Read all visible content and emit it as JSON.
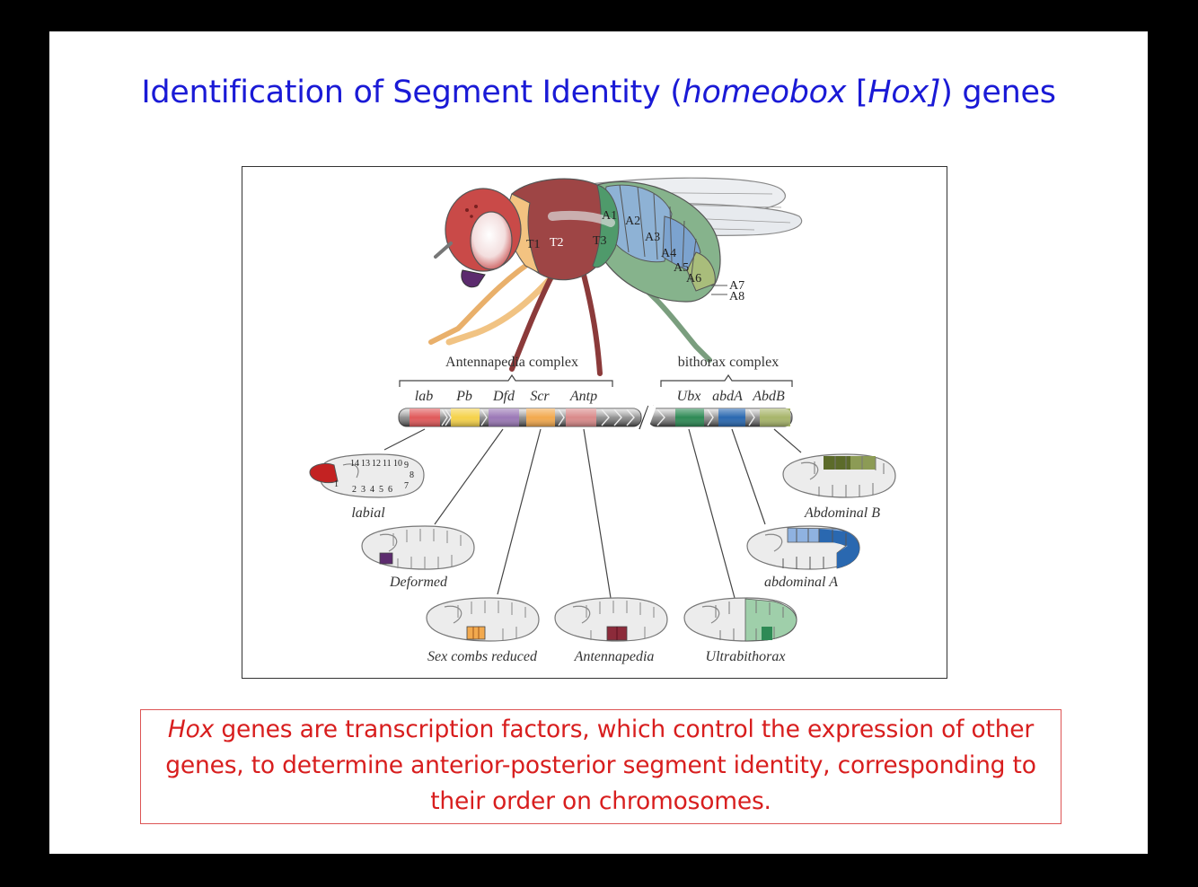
{
  "slide": {
    "title": {
      "part1": "Identification of Segment Identity (",
      "italic1": "homeobox",
      "part2": " [",
      "italic2": "Hox]",
      "part3": ") genes"
    },
    "caption": {
      "italic": "Hox",
      "line1_rest": " genes are transcription factors, which control the expression of other",
      "line2": "genes, to determine anterior-posterior segment identity, corresponding to",
      "line3": "their order on chromosomes."
    }
  },
  "figure": {
    "complexes": {
      "antennapedia": "Antennapedia complex",
      "bithorax": "bithorax complex"
    },
    "genes": [
      {
        "label": "lab",
        "color": "#e0595a"
      },
      {
        "label": "Pb",
        "color": "#f5d24a"
      },
      {
        "label": "Dfd",
        "color": "#9b78b6"
      },
      {
        "label": "Scr",
        "color": "#f2a94e"
      },
      {
        "label": "Antp",
        "color": "#d98a8a"
      },
      {
        "label": "Ubx",
        "color": "#2e8a55"
      },
      {
        "label": "abdA",
        "color": "#2a68b0"
      },
      {
        "label": "AbdB",
        "color": "#a7b56a"
      }
    ],
    "fly_segments": [
      "T1",
      "T2",
      "T3",
      "A1",
      "A2",
      "A3",
      "A4",
      "A5",
      "A6",
      "A7",
      "A8"
    ],
    "labial_embryo_segments": [
      "14",
      "13",
      "12",
      "11",
      "10",
      "9",
      "8",
      "7",
      "1",
      "2",
      "3",
      "4",
      "5",
      "6"
    ],
    "embryos": {
      "labial": "labial",
      "deformed": "Deformed",
      "scr": "Sex combs reduced",
      "antp": "Antennapedia",
      "ubx": "Ultrabithorax",
      "abda": "abdominal A",
      "abdb": "Abdominal B"
    }
  }
}
